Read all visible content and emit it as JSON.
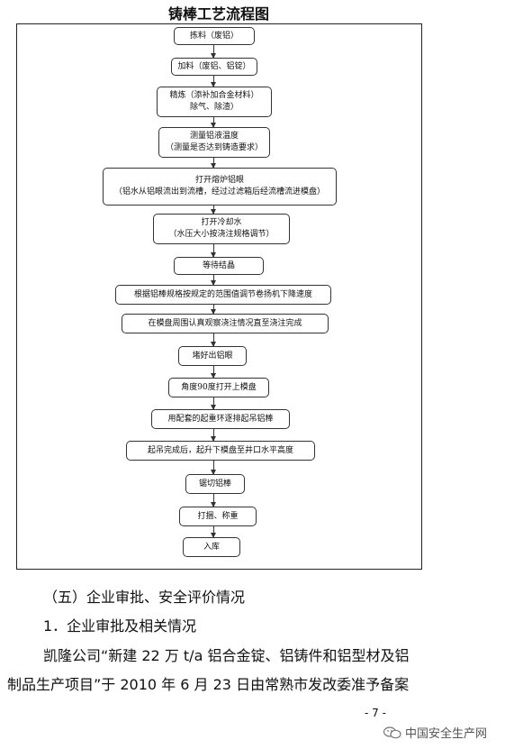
{
  "document": {
    "title": "铸棒工艺流程图",
    "flow_steps": [
      {
        "lines": [
          "拣料（废铝）"
        ]
      },
      {
        "lines": [
          "加料（废铝、铝锭）"
        ]
      },
      {
        "lines": [
          "精炼（添补加合金材料）",
          "除气、除渣）"
        ]
      },
      {
        "lines": [
          "测量铝液温度",
          "（测量是否达到铸造要求）"
        ]
      },
      {
        "lines": [
          "打开熔炉铝眼",
          "（铝水从铝眼流出到流槽，经过过滤箱后经流槽流进模盘）"
        ]
      },
      {
        "lines": [
          "打开冷却水",
          "（水压大小按浇注规格调节）"
        ]
      },
      {
        "lines": [
          "等待结晶"
        ]
      },
      {
        "lines": [
          "根据铝棒规格按规定的范围值调节卷扬机下降速度"
        ]
      },
      {
        "lines": [
          "在模盘周围认真观察浇注情况直至浇注完成"
        ]
      },
      {
        "lines": [
          "堵好出铝眼"
        ]
      },
      {
        "lines": [
          "角度90度打开上模盘"
        ]
      },
      {
        "lines": [
          "用配套的起重环逐排起吊铝棒"
        ]
      },
      {
        "lines": [
          "起吊完成后，起升下模盘至井口水平高度"
        ]
      },
      {
        "lines": [
          "锯切铝棒"
        ]
      },
      {
        "lines": [
          "打捆、称重"
        ]
      },
      {
        "lines": [
          "入库"
        ]
      }
    ],
    "section_heading": "（五）企业审批、安全评价情况",
    "subheading": "1．企业审批及相关情况",
    "body_line1": "凯隆公司“新建 22 万 t/a 铝合金锭、铝铸件和铝型材及铝",
    "body_line2": "制品生产项目”于 2010 年 6 月 23 日由常熟市发改委准予备案",
    "page_number": "- 7 -",
    "watermark": "中国安全生产网"
  }
}
